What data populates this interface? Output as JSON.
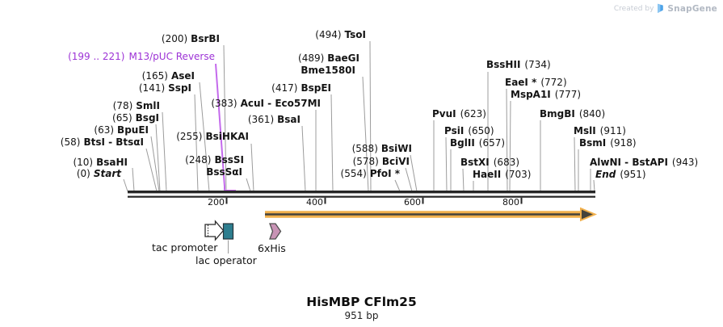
{
  "watermark": {
    "created_by": "Created by",
    "brand": "SnapGene"
  },
  "map": {
    "title": "HisMBP CFlm25",
    "subtitle": "951 bp",
    "ruler_ticks": [
      "200",
      "400",
      "600",
      "800"
    ],
    "primer": {
      "pos": "(199 .. 221)",
      "name": "M13/pUC Reverse"
    },
    "sites": {
      "start": {
        "pos": "(0)",
        "name": "Start"
      },
      "bsahi": {
        "pos": "(10)",
        "name": "BsaHI"
      },
      "btsi_btsai": {
        "pos": "(58)",
        "name": "BtsI - BtsαI"
      },
      "bpuei": {
        "pos": "(63)",
        "name": "BpuEI"
      },
      "bsgi": {
        "pos": "(65)",
        "name": "BsgI"
      },
      "smli": {
        "pos": "(78)",
        "name": "SmlI"
      },
      "sspi": {
        "pos": "(141)",
        "name": "SspI"
      },
      "asei": {
        "pos": "(165)",
        "name": "AseI"
      },
      "bsrbi": {
        "pos": "(200)",
        "name": "BsrBI"
      },
      "bsssi": {
        "pos": "(248)",
        "name": "BssSI"
      },
      "bsssai": {
        "pos": "",
        "name": "BssSαI"
      },
      "bsihkai": {
        "pos": "(255)",
        "name": "BsiHKAI"
      },
      "bsai": {
        "pos": "(361)",
        "name": "BsaI"
      },
      "acui_eco57mi": {
        "pos": "(383)",
        "name": "AcuI - Eco57MI"
      },
      "bspei": {
        "pos": "(417)",
        "name": "BspEI"
      },
      "baegi": {
        "pos": "(489)",
        "name": "BaeGI"
      },
      "bme1580i": {
        "pos": "",
        "name": "Bme1580I"
      },
      "tsoi": {
        "pos": "(494)",
        "name": "TsoI"
      },
      "pfoi": {
        "pos": "(554)",
        "name": "PfoI *"
      },
      "bcivi": {
        "pos": "(578)",
        "name": "BciVI"
      },
      "bsiwi": {
        "pos": "(588)",
        "name": "BsiWI"
      },
      "pvui": {
        "name": "PvuI",
        "pos": "(623)"
      },
      "psii": {
        "name": "PsiI",
        "pos": "(650)"
      },
      "bglii": {
        "name": "BglII",
        "pos": "(657)"
      },
      "bstxi": {
        "name": "BstXI",
        "pos": "(683)"
      },
      "haeii": {
        "name": "HaeII",
        "pos": "(703)"
      },
      "bsshii": {
        "name": "BssHII",
        "pos": "(734)"
      },
      "eaei": {
        "name": "EaeI *",
        "pos": "(772)"
      },
      "mspa1i": {
        "name": "MspA1I",
        "pos": "(777)"
      },
      "bmgbi": {
        "name": "BmgBI",
        "pos": "(840)"
      },
      "msli": {
        "name": "MslI",
        "pos": "(911)"
      },
      "bsmi": {
        "name": "BsmI",
        "pos": "(918)"
      },
      "alwni_bstapi": {
        "name": "AlwNI - BstAPI",
        "pos": "(943)"
      },
      "end": {
        "name": "End",
        "pos": "(951)"
      }
    },
    "features": [
      {
        "label": "tac promoter"
      },
      {
        "label": "lac operator"
      },
      {
        "label": "6xHis"
      }
    ]
  },
  "colors": {
    "primer_text": "#9d33d6",
    "primer_line": "#c46aec",
    "orf_arrow": "#f1b04c",
    "orf_core": "#45433b",
    "lac_operator_fill": "#2d7e8f",
    "his_tag_fill": "#c893b5",
    "ruler": "#262626",
    "connector": "#9c9c9c",
    "snapgene_blue": "#4da3e8"
  }
}
